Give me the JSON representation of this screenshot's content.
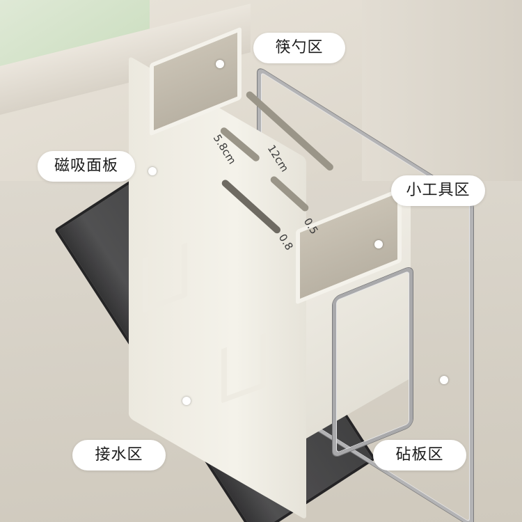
{
  "labels": {
    "utensil_zone": "筷勺区",
    "magnetic_panel": "磁吸面板",
    "small_tool_zone": "小工具区",
    "drip_tray_zone": "接水区",
    "cutting_board_zone": "砧板区"
  },
  "measurements": {
    "slot_width_1": "5.8cm",
    "slot_width_2": "12cm",
    "slot_gap_1": "0.5",
    "slot_gap_2": "0.8"
  },
  "colors": {
    "body": "#f2f0e8",
    "tray": "#3a3a3c",
    "label_bg": "#ffffff",
    "wire": "#a9a9ab"
  }
}
